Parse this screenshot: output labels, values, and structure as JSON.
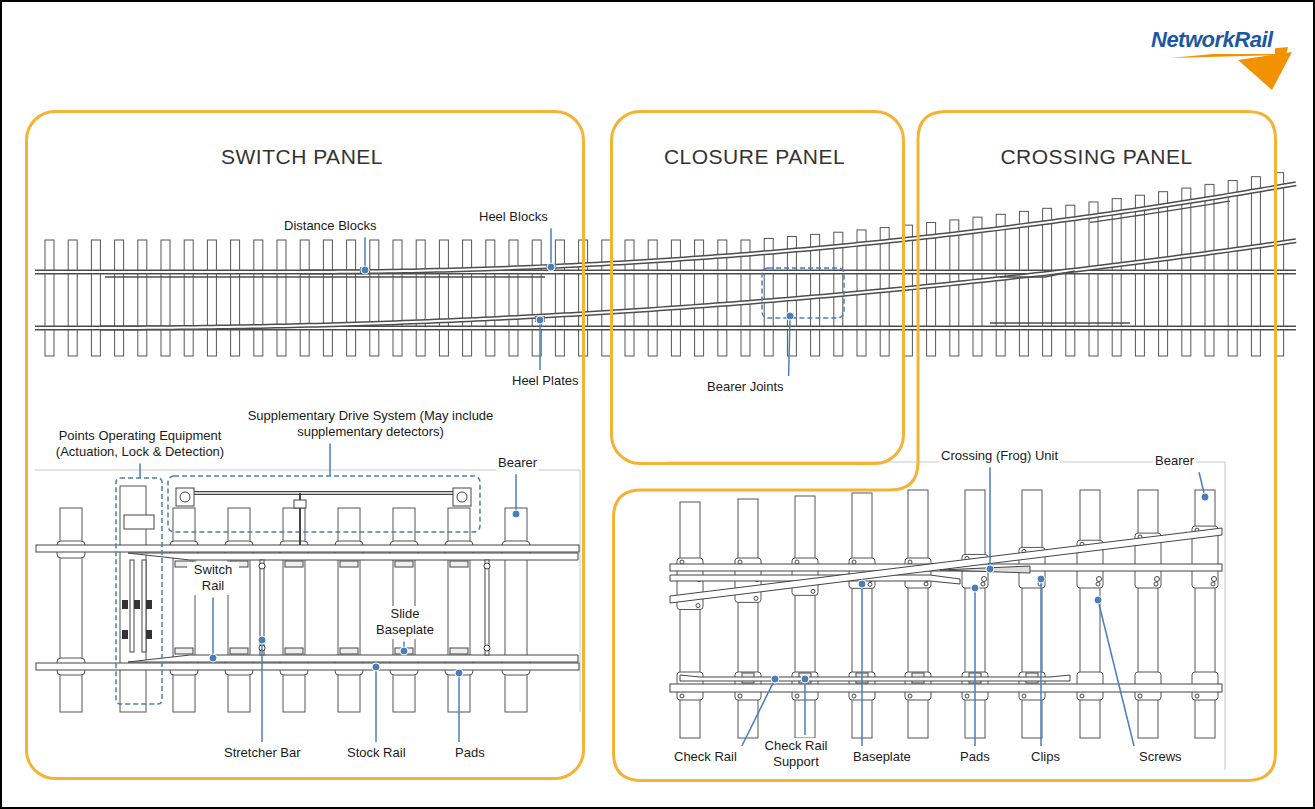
{
  "diagram": {
    "nodes": [
      {
        "text": [
          "SWITCH PANEL"
        ]
      },
      {
        "text": [
          "CLOSURE PANEL"
        ]
      },
      {
        "text": [
          "CROSSING PANEL"
        ]
      }
    ],
    "labels": [
      "NetworkRail",
      "Distance Blocks",
      "Heel Blocks",
      "Heel Plates",
      "Bearer Joints",
      "Supplementary Drive System (May include supplementary detectors)",
      "Points Operating Equipment (Actuation, Lock & Detection)",
      "Bearer",
      "Switch Rail",
      "Slide Baseplate",
      "Stretcher Bar",
      "Stock Rail",
      "Pads",
      "Crossing (Frog) Unit",
      "Bearer",
      "Check Rail",
      "Check Rail Support",
      "Baseplate",
      "Pads",
      "Clips",
      "Screws"
    ]
  }
}
